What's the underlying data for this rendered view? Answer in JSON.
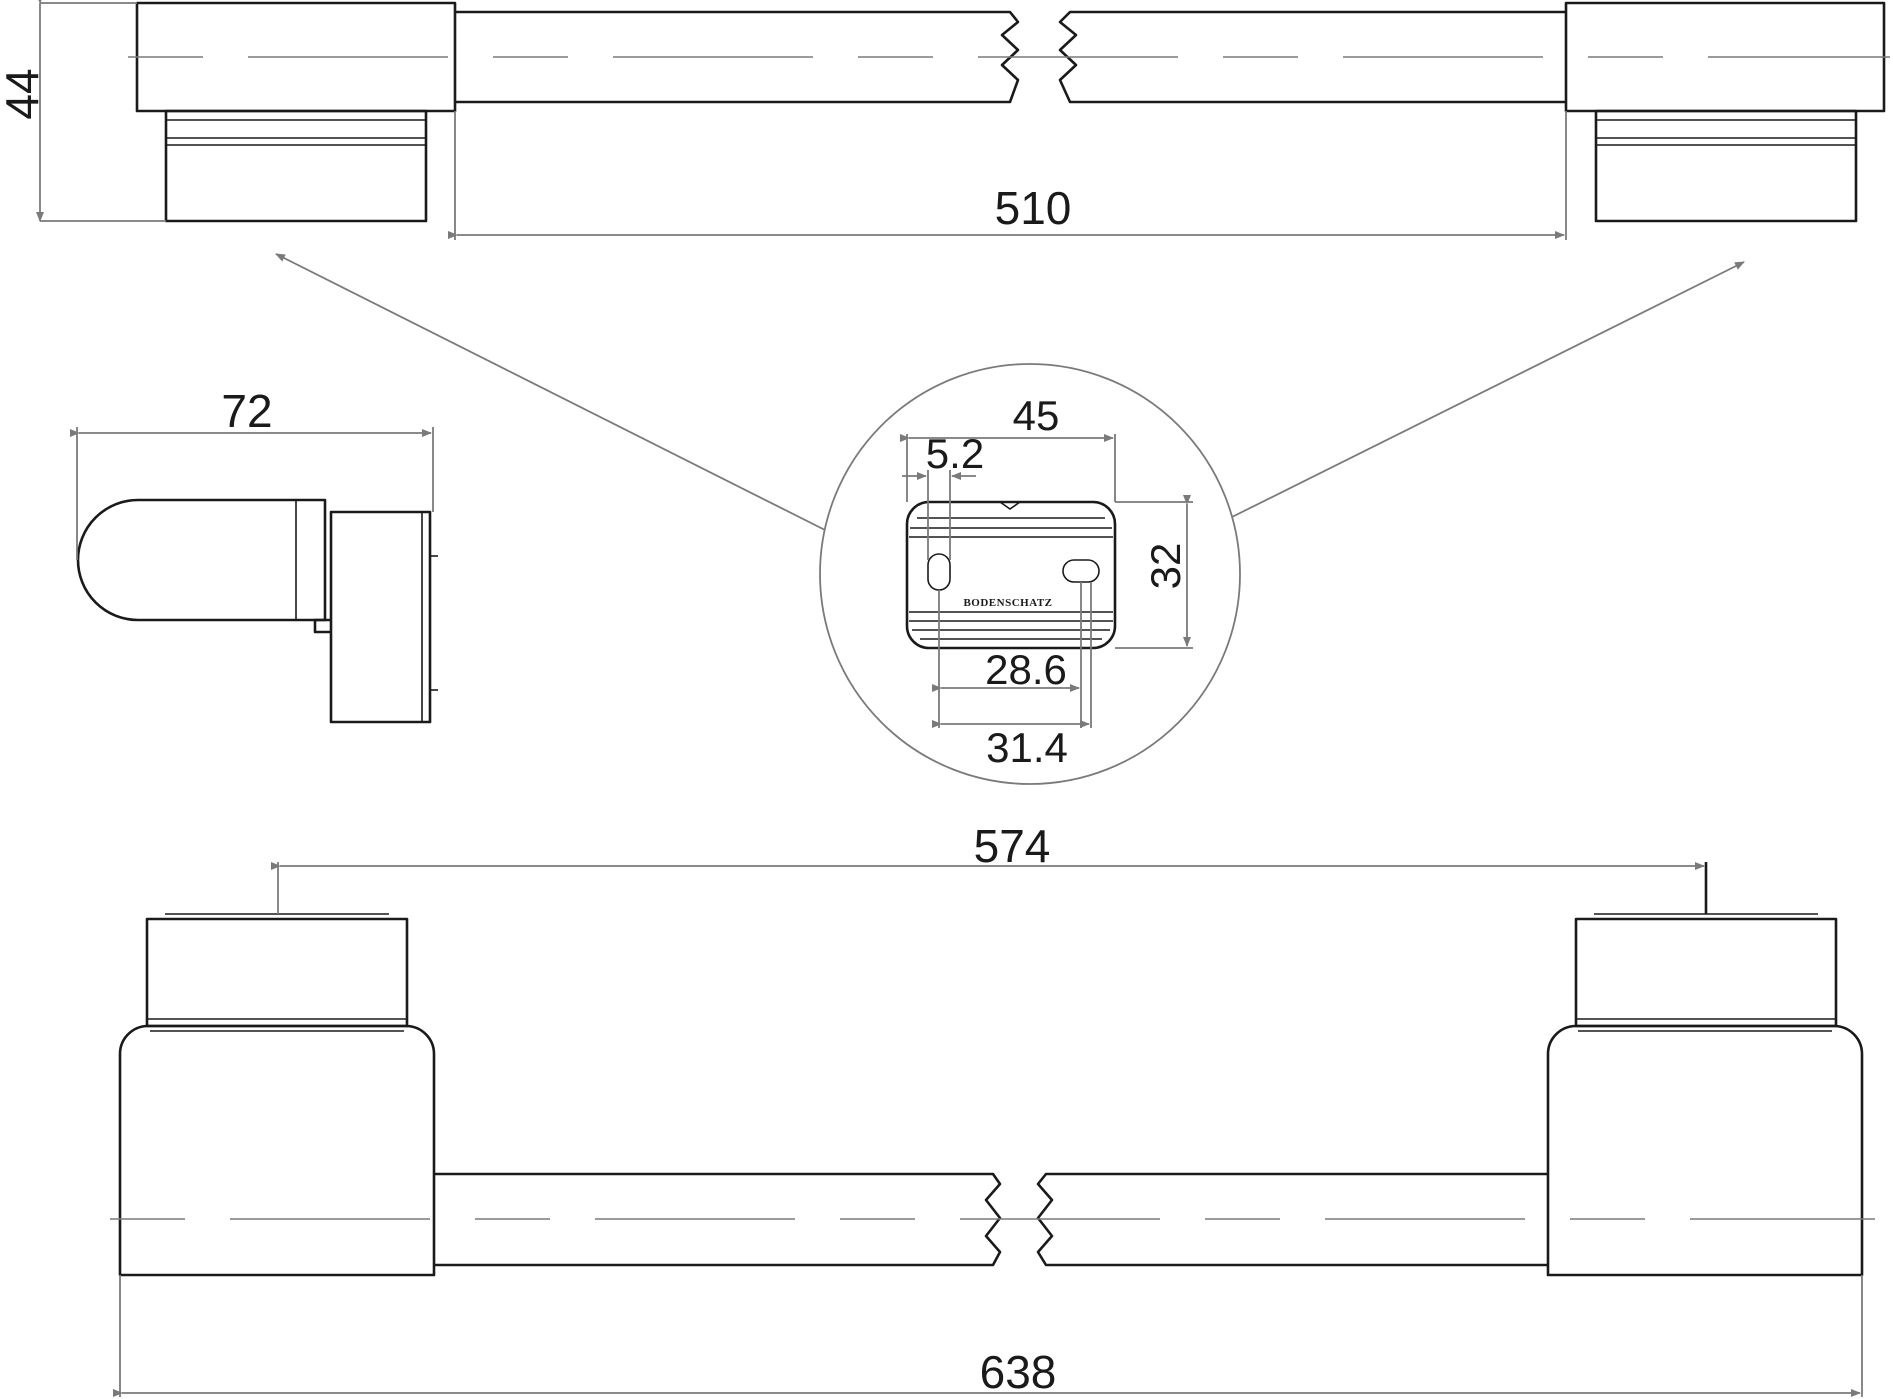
{
  "dimensions": {
    "height_44": "44",
    "length_510": "510",
    "depth_72": "72",
    "plate_width_45": "45",
    "hole_5_2": "5.2",
    "plate_height_32": "32",
    "hole_spacing_28_6": "28.6",
    "hole_spacing_31_4": "31.4",
    "center_574": "574",
    "overall_638": "638"
  },
  "plate": {
    "brand_text": "BODENSCHATZ"
  }
}
